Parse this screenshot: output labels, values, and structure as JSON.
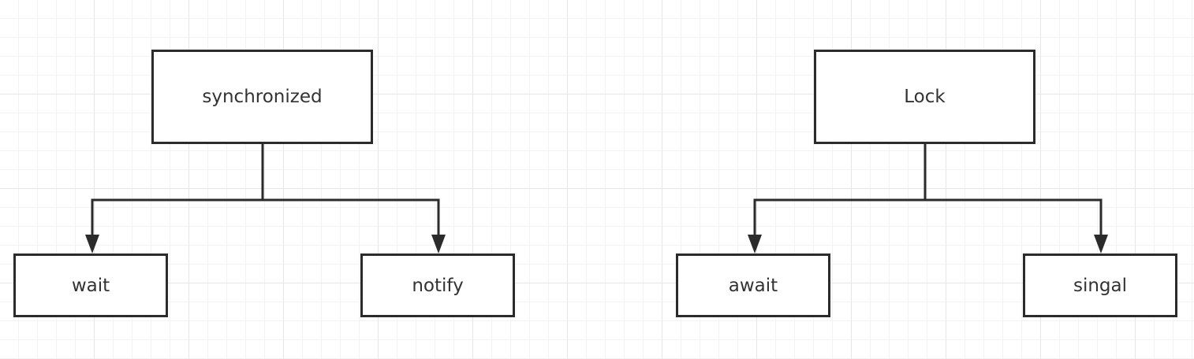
{
  "diagrams": [
    {
      "root": {
        "label": "synchronized"
      },
      "children": [
        {
          "label": "wait"
        },
        {
          "label": "notify"
        }
      ]
    },
    {
      "root": {
        "label": "Lock"
      },
      "children": [
        {
          "label": "await"
        },
        {
          "label": "singal"
        }
      ]
    }
  ],
  "colors": {
    "line": "#2b2b2b",
    "text": "#333333",
    "grid_major": "#e6e6e6",
    "grid_minor": "#f3f3f3"
  }
}
